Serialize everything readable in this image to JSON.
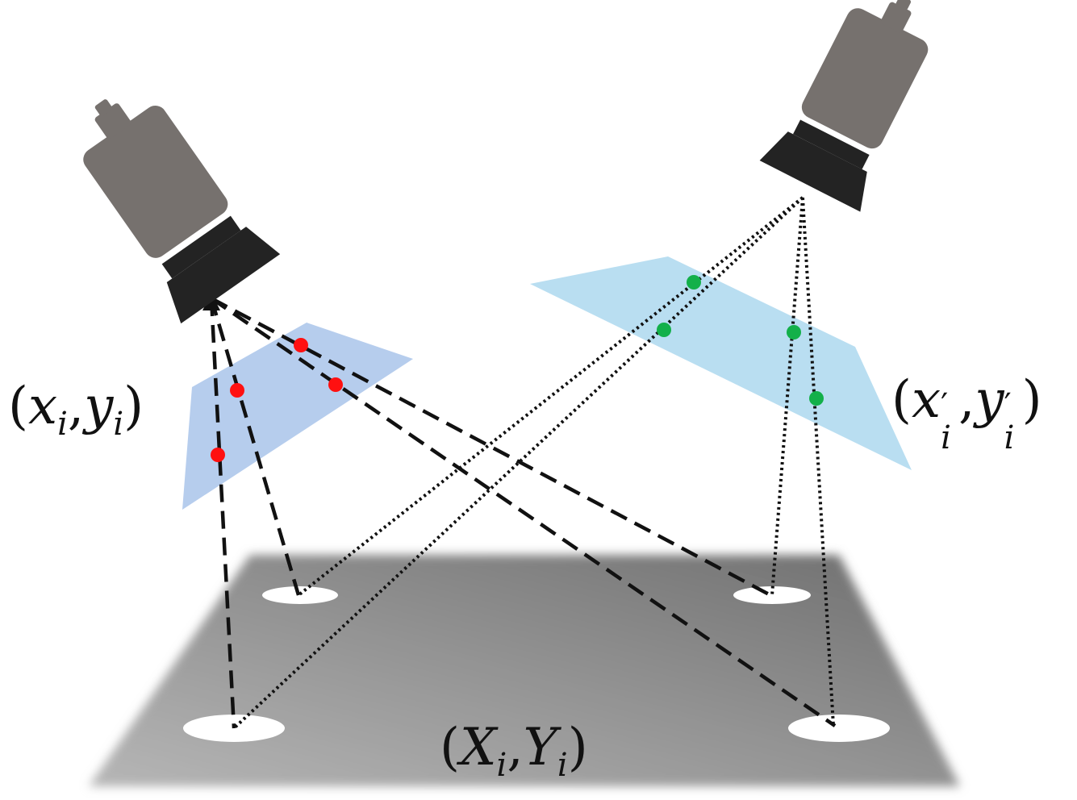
{
  "labels": {
    "left_image_point": {
      "open": "(",
      "x": "x",
      "x_sub": "i",
      "comma": ",",
      "y": "y",
      "y_sub": "i",
      "close": ")"
    },
    "right_image_point": {
      "open": "(",
      "x": "x",
      "x_sub": "i",
      "prime1": "′",
      "comma": ",",
      "y": "y",
      "y_sub": "i",
      "prime2": "′",
      "close": ")"
    },
    "world_point": {
      "open": "(",
      "x": "X",
      "x_sub": "i",
      "comma": ",",
      "y": "Y",
      "y_sub": "i",
      "close": ")"
    }
  },
  "colors": {
    "camera_body": "#76716e",
    "camera_lens": "#232323",
    "left_image_plane": "#a9c4ea",
    "right_image_plane": "#add8ef",
    "ground_plane_light": "#b6b6b6",
    "ground_plane_dark": "#6f6f6f",
    "target_marker": "#ffffff",
    "left_projected_point": "#ff1010",
    "right_projected_point": "#13b04a",
    "ray": "#111111"
  }
}
